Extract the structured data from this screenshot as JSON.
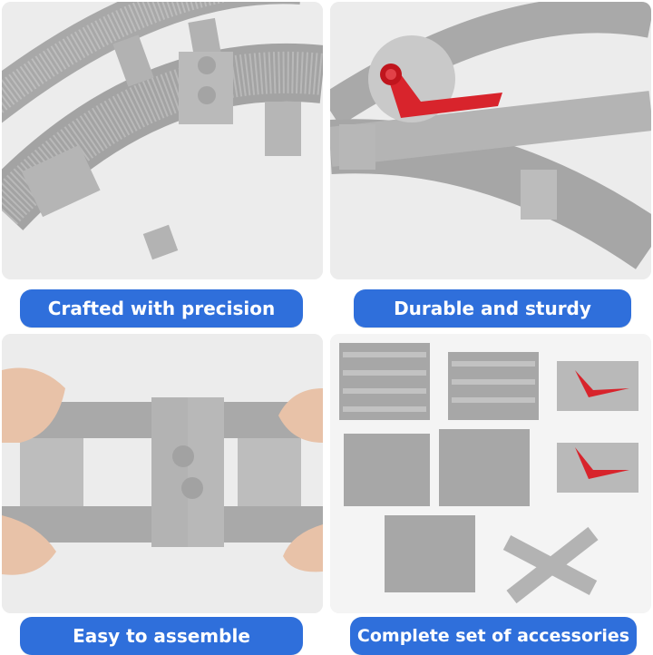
{
  "panels": [
    {
      "caption": "Crafted with precision",
      "image": "curved-track-closeup"
    },
    {
      "caption": "Durable and sturdy",
      "image": "switch-track-with-red-lever"
    },
    {
      "caption": "Easy to assemble",
      "image": "hands-connecting-straight-tracks"
    },
    {
      "caption": "Complete set of accessories",
      "image": "track-set-overview"
    }
  ],
  "colors": {
    "caption_bg": "#2f6fdb",
    "caption_text": "#ffffff",
    "track_gray": "#a9a9a9",
    "track_light": "#c6c6c6",
    "lever_red": "#d8242c",
    "panel_bg": "#e9e9e9"
  }
}
